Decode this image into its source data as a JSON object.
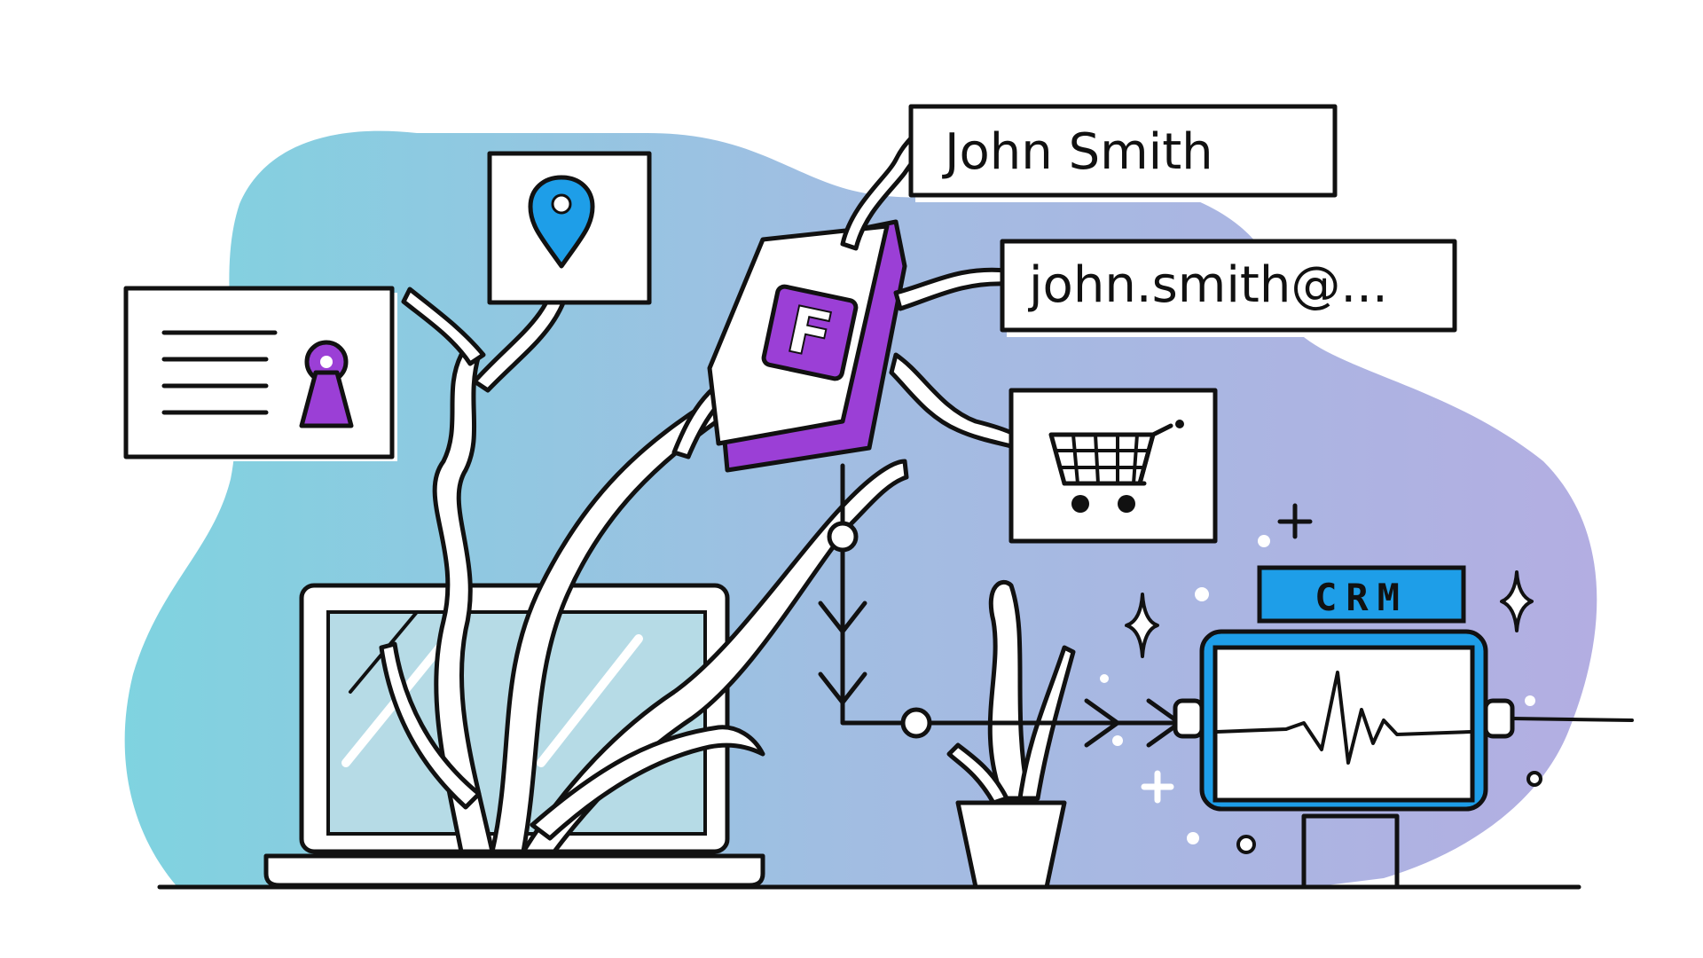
{
  "cards": {
    "name_text": "John Smith",
    "email_text": "john.smith@..."
  },
  "crm": {
    "label": "CRM"
  },
  "app_logo": {
    "letter": "F"
  },
  "colors": {
    "teal": "#7fd3e0",
    "lavender": "#b3aee2",
    "purple": "#9b3fd6",
    "blue": "#1e9ee8",
    "ink": "#111111"
  },
  "icons": [
    "location-pin-icon",
    "id-card-icon",
    "keyhole-icon",
    "shopping-cart-icon",
    "heartbeat-icon",
    "sparkle-icon",
    "plus-icon",
    "arrow-right-icon",
    "arrow-down-icon"
  ]
}
